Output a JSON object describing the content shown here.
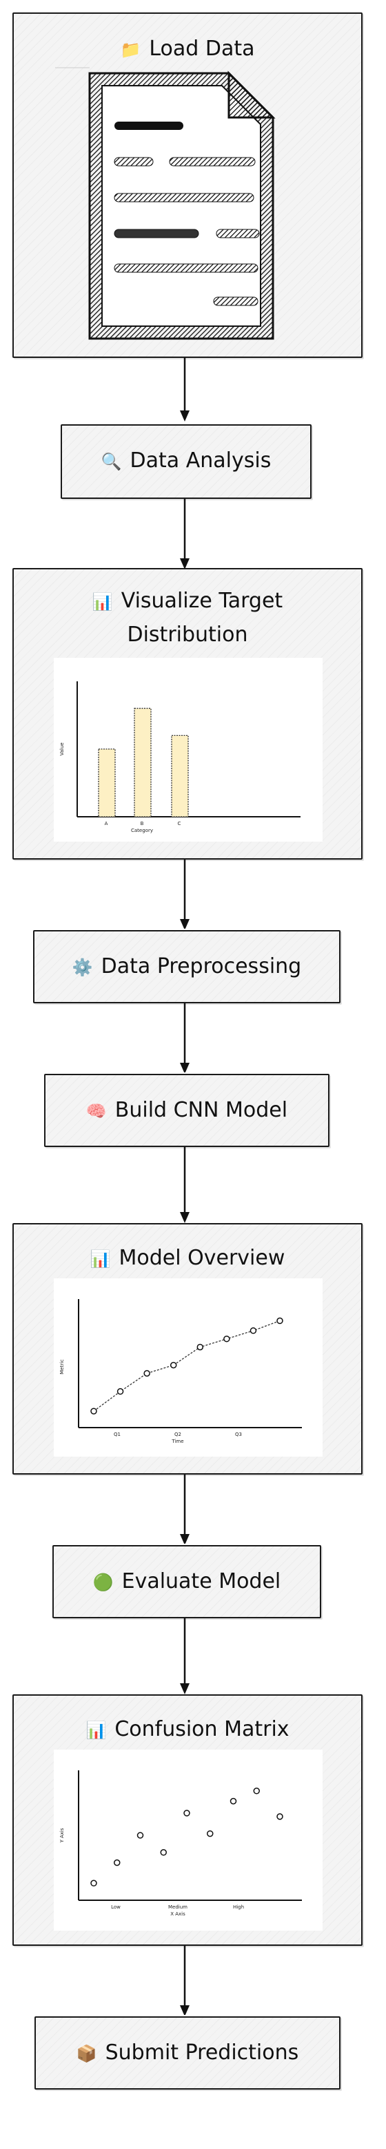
{
  "steps": [
    {
      "label": "Load Data",
      "icon": "📁",
      "icon_name": "folder-icon"
    },
    {
      "label": "Data Analysis",
      "icon": "🔍",
      "icon_name": "magnifier-icon"
    },
    {
      "label_line1": "Visualize Target",
      "label_line2": "Distribution",
      "icon": "📊",
      "icon_name": "bar-chart-icon"
    },
    {
      "label": "Data Preprocessing",
      "icon": "⚙️",
      "icon_name": "gear-icon"
    },
    {
      "label": "Build CNN Model",
      "icon": "🧠",
      "icon_name": "brain-icon"
    },
    {
      "label": "Model Overview",
      "icon": "📊",
      "icon_name": "bar-chart-icon"
    },
    {
      "label": "Evaluate Model",
      "icon": "🟢",
      "icon_name": "green-circle-icon"
    },
    {
      "label": "Confusion Matrix",
      "icon": "📊",
      "icon_name": "bar-chart-icon"
    },
    {
      "label": "Submit Predictions",
      "icon": "📦",
      "icon_name": "package-icon"
    }
  ],
  "chart_data": [
    {
      "type": "bar",
      "categories": [
        "A",
        "B",
        "C"
      ],
      "values": [
        5,
        8,
        6
      ],
      "xlabel": "Category",
      "ylabel": "Value",
      "ylim": [
        0,
        10
      ],
      "color": "#fdf0c4"
    },
    {
      "type": "line",
      "x_ticks": [
        "Q1",
        "Q2",
        "Q3"
      ],
      "x": [
        1,
        2,
        3,
        4,
        5,
        6,
        7,
        8
      ],
      "y": [
        2,
        3.2,
        4.3,
        4.8,
        5.9,
        6.4,
        6.9,
        7.5
      ],
      "xlabel": "Time",
      "ylabel": "Metric"
    },
    {
      "type": "scatter",
      "x_ticks": [
        "Low",
        "Medium",
        "High"
      ],
      "x": [
        1,
        2,
        3,
        4,
        5,
        6,
        7,
        8,
        9
      ],
      "y": [
        2,
        3.2,
        4.8,
        3.8,
        6.1,
        4.9,
        6.8,
        7.4,
        5.9
      ],
      "xlabel": "X Axis",
      "ylabel": "Y Axis"
    }
  ]
}
